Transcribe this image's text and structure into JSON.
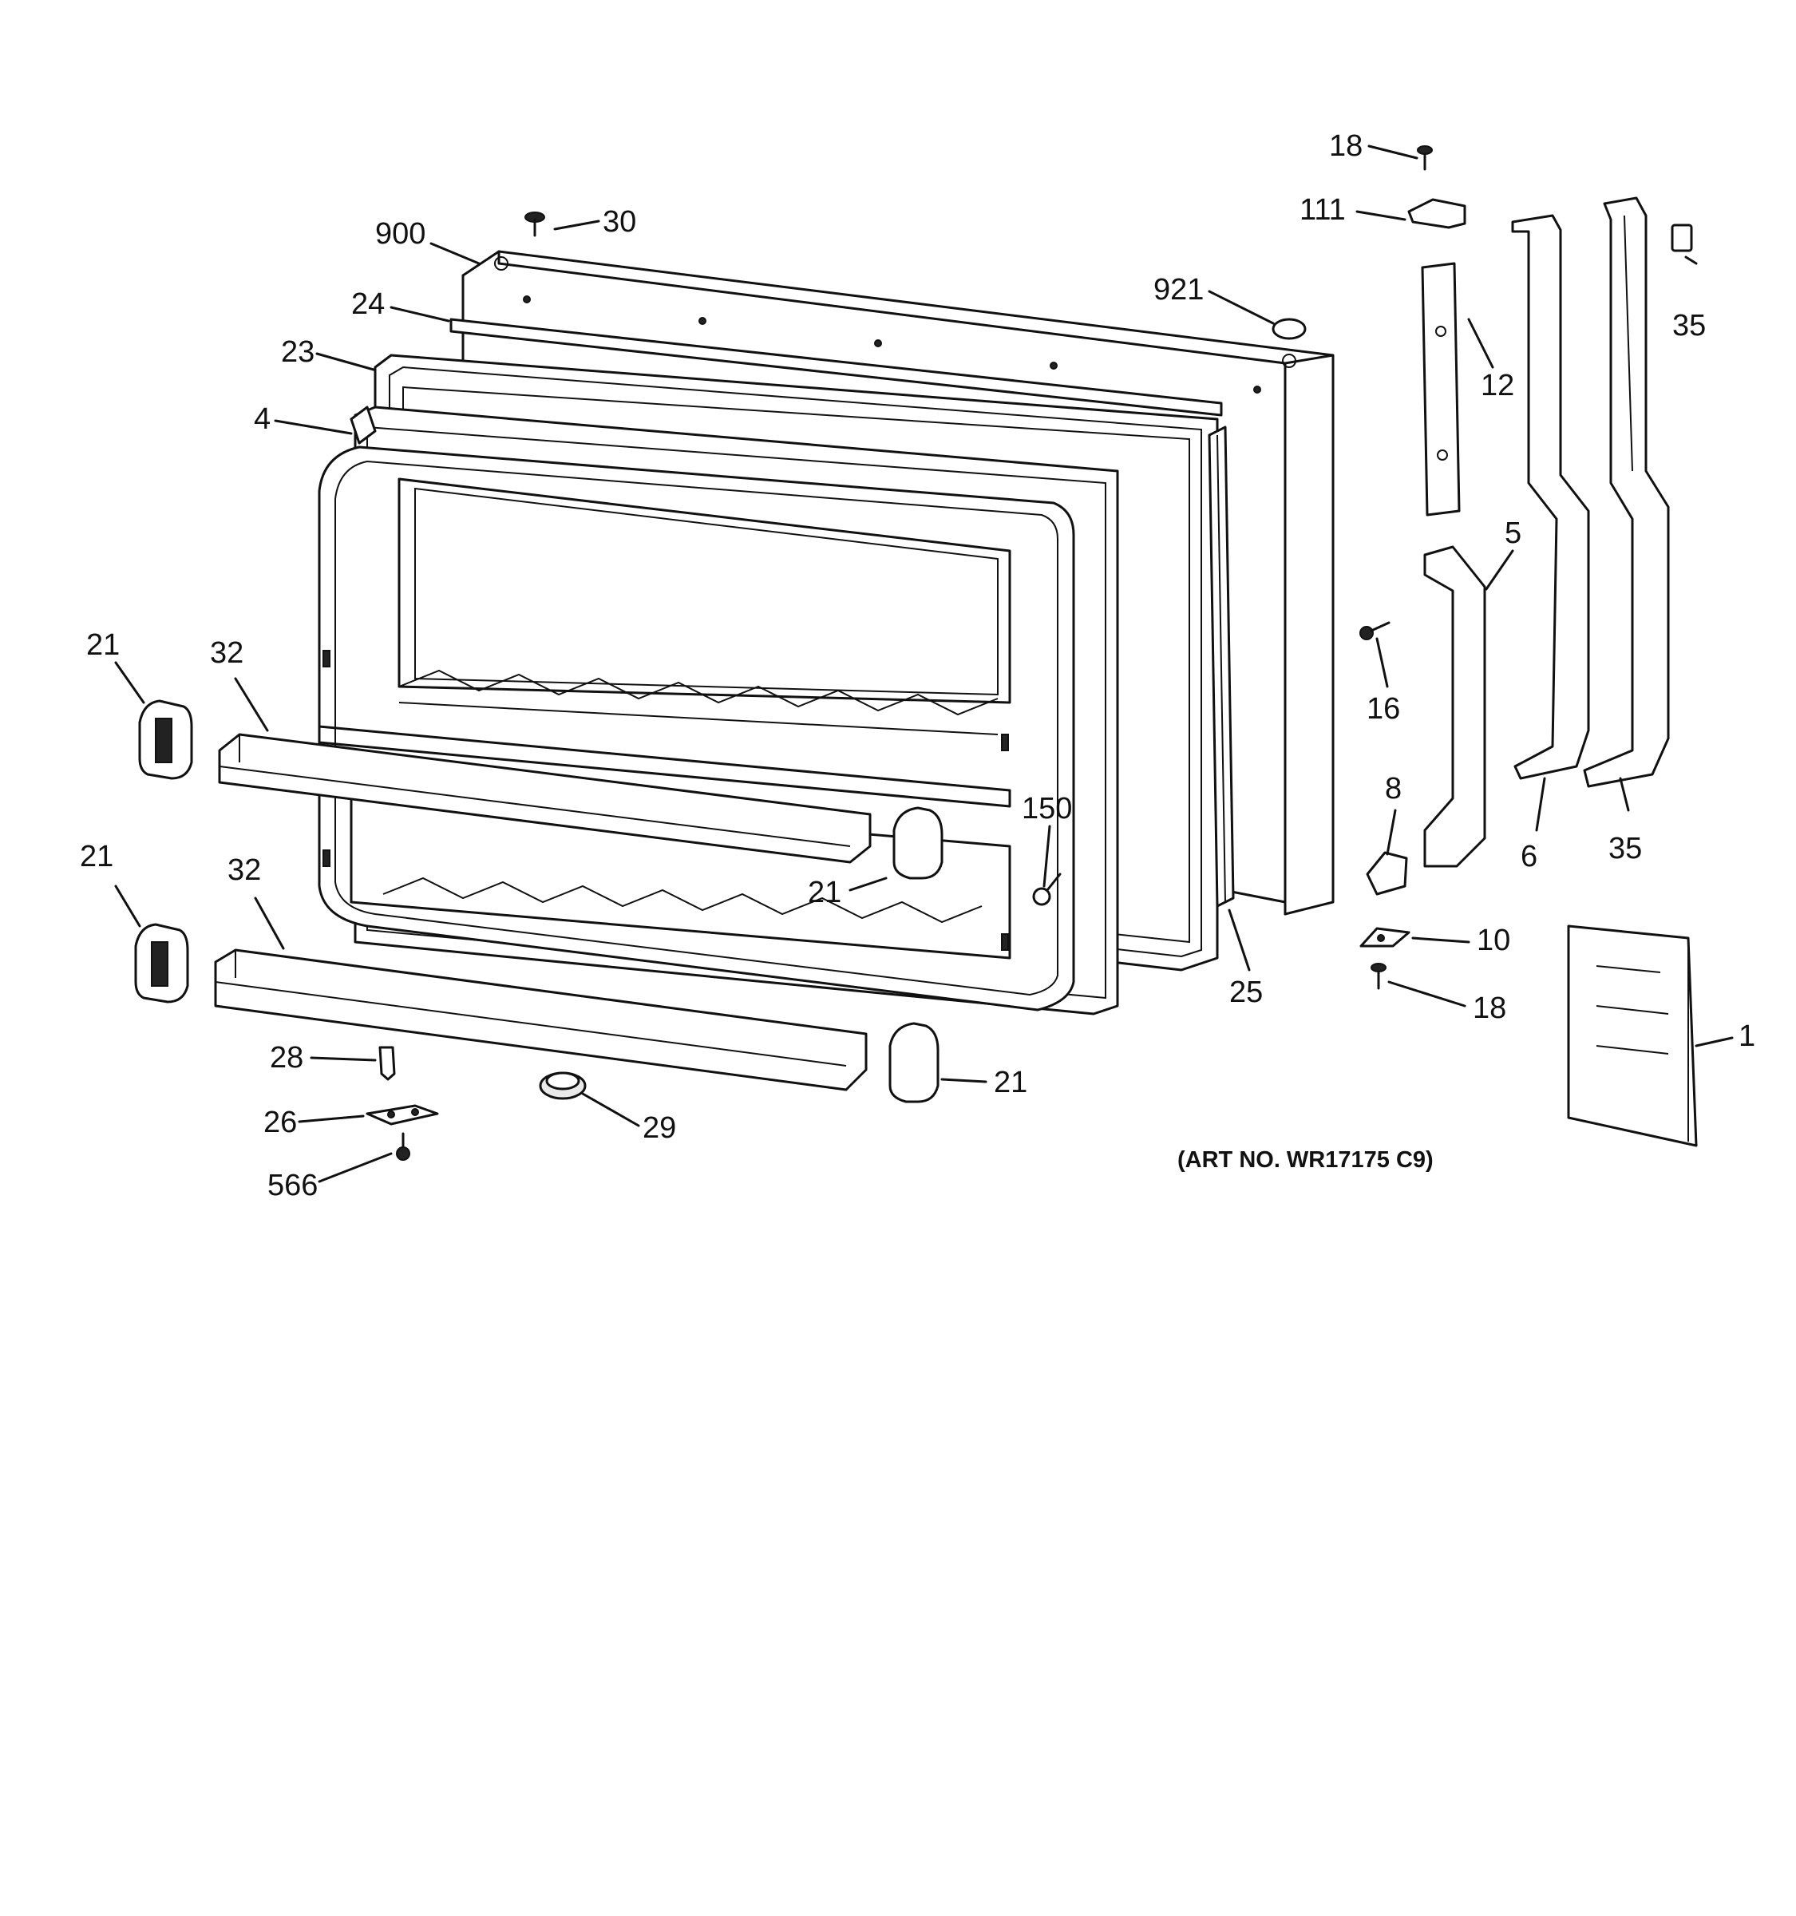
{
  "labels": {
    "l900": "900",
    "l30": "30",
    "l24": "24",
    "l23": "23",
    "l4": "4",
    "l921": "921",
    "l18a": "18",
    "l111": "111",
    "l12": "12",
    "l35a": "35",
    "l5": "5",
    "l16": "16",
    "l8": "8",
    "l6": "6",
    "l35b": "35",
    "l10": "10",
    "l18b": "18",
    "l1": "1",
    "l21a": "21",
    "l32a": "32",
    "l21b": "21",
    "l32b": "32",
    "l21c": "21",
    "l150": "150",
    "l25": "25",
    "l28": "28",
    "l26": "26",
    "l566": "566",
    "l29": "29",
    "l21d": "21"
  },
  "art_number": "(ART NO. WR17175 C9)"
}
